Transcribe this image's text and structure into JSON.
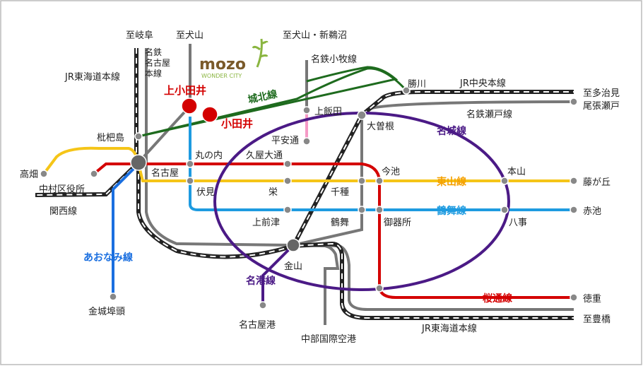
{
  "map": {
    "logo": {
      "word": "mozo",
      "tagline": "WONDER CITY"
    },
    "colors": {
      "jr": "#222222",
      "meitetsu": "#777777",
      "jobokusen": "#1e6b1e",
      "higashiyama": "#f5c518",
      "tsurumai": "#1e9be0",
      "sakuradori": "#d40000",
      "meijo": "#4b1a86",
      "aonami": "#1a6fe0",
      "kamiiida": "#f59ac6",
      "highlight": "#d40000"
    },
    "lines": {
      "jr_tokaido": "JR東海道本線",
      "jr_chuo": "JR中央本線",
      "meitetsu_komaki": "名鉄小牧線",
      "meitetsu_seto": "名鉄瀬戸線",
      "meitetsu_nagoya": "名鉄\n名古屋\n本線",
      "meitetsu_nagoya_1": "名鉄",
      "meitetsu_nagoya_2": "名古屋",
      "meitetsu_nagoya_3": "本線",
      "kansai": "関西線",
      "jobokusen": "城北線",
      "meijo": "名城線",
      "higashiyama": "東山線",
      "tsurumai": "鶴舞線",
      "sakuradori": "桜通線",
      "meiko": "名港線",
      "aonami": "あおなみ線"
    },
    "directions": {
      "gifu": "至岐阜",
      "inuyama": "至犬山",
      "inuyama_shinunuma": "至犬山・新鵜沼",
      "tajimi": "至多治見",
      "toyohashi": "至豊橋"
    },
    "stations": {
      "kamiotai": "上小田井",
      "otai": "小田井",
      "biwajima": "枇杷島",
      "takabata": "高畑",
      "nakamura_kuyakusho": "中村区役所",
      "nagoya": "名古屋",
      "marunouchi": "丸の内",
      "fushimi": "伏見",
      "hisaya_odori": "久屋大通",
      "heian_dori": "平安通",
      "kami_iida": "上飯田",
      "ozone": "大曽根",
      "katsugawa": "勝川",
      "owari_seto": "尾張瀬戸",
      "sakae": "栄",
      "chikusa": "千種",
      "imaike": "今池",
      "motoyama": "本山",
      "fujigaoka": "藤が丘",
      "kamimaezu": "上前津",
      "tsurumai": "鶴舞",
      "gokiso": "御器所",
      "yagoto": "八事",
      "akaike": "赤池",
      "kanayama": "金山",
      "tokushige": "徳重",
      "kinjo_futo": "金城埠頭",
      "nagoyako": "名古屋港",
      "centrair": "中部国際空港"
    }
  }
}
